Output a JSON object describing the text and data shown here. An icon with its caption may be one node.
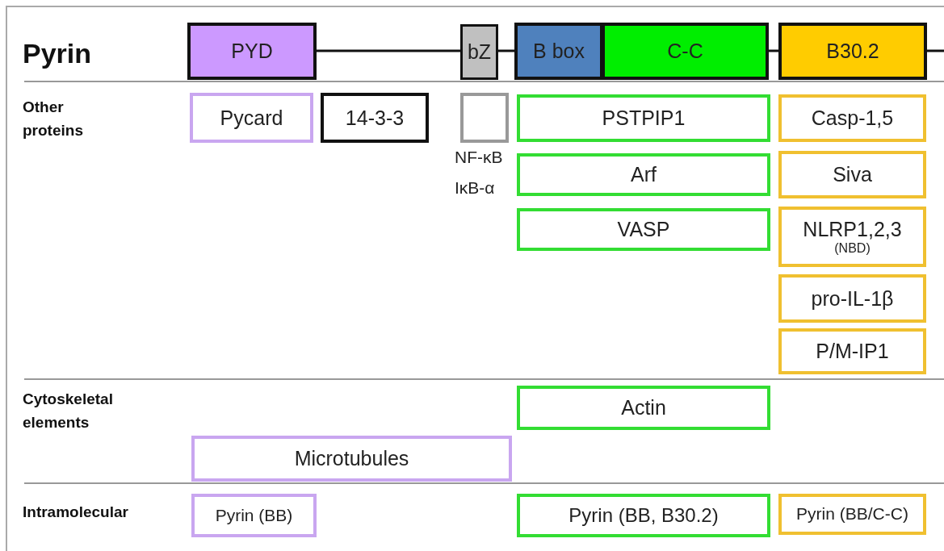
{
  "diagram": {
    "nodes": [
      {
        "text": [
          "PYD"
        ]
      },
      {
        "text": [
          "bZ"
        ]
      },
      {
        "text": [
          "B box"
        ]
      },
      {
        "text": [
          "C-C"
        ]
      },
      {
        "text": [
          "B30.2"
        ]
      },
      {
        "text": [
          "Pycard"
        ]
      },
      {
        "text": [
          "14-3-3"
        ]
      },
      {
        "text": [],
        "shape": "box",
        "beside": [
          "NF-κB",
          "IκB-α"
        ]
      },
      {
        "text": [
          "PSTPIP1"
        ]
      },
      {
        "text": [
          "Casp-1,5"
        ]
      },
      {
        "text": [
          "Arf"
        ]
      },
      {
        "text": [
          "Siva"
        ]
      },
      {
        "text": [
          "VASP"
        ]
      },
      {
        "text": [
          "NLRP1,2,3",
          "(NBD)"
        ]
      },
      {
        "text": [
          "pro-IL-1β"
        ]
      },
      {
        "text": [
          "P/M-IP1"
        ]
      },
      {
        "text": [
          "Actin"
        ]
      },
      {
        "text": [
          "Microtubules"
        ]
      },
      {
        "text": [
          "Pyrin (BB)"
        ]
      },
      {
        "text": [
          "Pyrin (BB, B30.2)"
        ]
      },
      {
        "text": [
          "Pyrin (BB/C-C)"
        ]
      }
    ],
    "edges": [
      {
        "from": 0,
        "to": 1,
        "arrow": "none"
      },
      {
        "from": 1,
        "to": 2,
        "arrow": "none"
      },
      {
        "from": 3,
        "to": 4,
        "arrow": "none"
      },
      {
        "from": 4,
        "to": null,
        "arrow": "none"
      }
    ],
    "labels": [
      "Pyrin",
      "Other proteins",
      "Cytoskeletal elements",
      "Intramolecular"
    ]
  }
}
